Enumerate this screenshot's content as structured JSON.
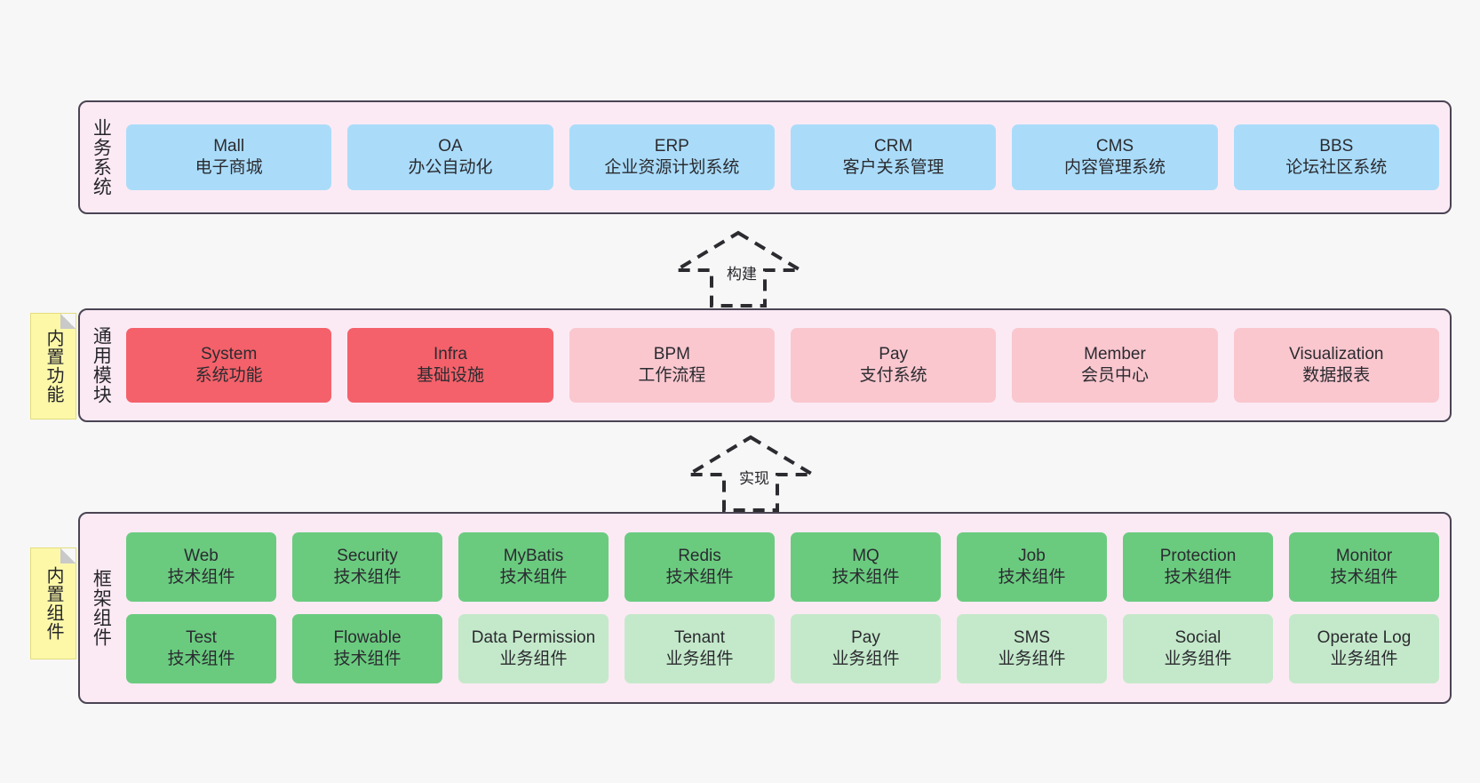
{
  "diagram": {
    "background_color": "#f7f7f7",
    "panel_color": "#fbeaf4",
    "panel_border_color": "#4a4453",
    "note_color": "#fcf8a8"
  },
  "layers": [
    {
      "id": "business",
      "title": "业务系统",
      "accent": "#aadcfa",
      "rows": [
        {
          "cells": [
            {
              "name": "Mall",
              "sub": "电子商城",
              "style": "c-blue"
            },
            {
              "name": "OA",
              "sub": "办公自动化",
              "style": "c-blue"
            },
            {
              "name": "ERP",
              "sub": "企业资源计划系统",
              "style": "c-blue"
            },
            {
              "name": "CRM",
              "sub": "客户关系管理",
              "style": "c-blue"
            },
            {
              "name": "CMS",
              "sub": "内容管理系统",
              "style": "c-blue"
            },
            {
              "name": "BBS",
              "sub": "论坛社区系统",
              "style": "c-blue"
            }
          ]
        }
      ]
    },
    {
      "id": "modules",
      "title": "通用模块",
      "note": "内置功能",
      "accent": "#f4616a",
      "rows": [
        {
          "cells": [
            {
              "name": "System",
              "sub": "系统功能",
              "style": "c-red"
            },
            {
              "name": "Infra",
              "sub": "基础设施",
              "style": "c-red"
            },
            {
              "name": "BPM",
              "sub": "工作流程",
              "style": "c-pink"
            },
            {
              "name": "Pay",
              "sub": "支付系统",
              "style": "c-pink"
            },
            {
              "name": "Member",
              "sub": "会员中心",
              "style": "c-pink"
            },
            {
              "name": "Visualization",
              "sub": "数据报表",
              "style": "c-pink"
            }
          ]
        }
      ]
    },
    {
      "id": "frame",
      "title": "框架组件",
      "note": "内置组件",
      "accent": "#6acb7f",
      "rows": [
        {
          "cells": [
            {
              "name": "Web",
              "sub": "技术组件",
              "style": "c-green"
            },
            {
              "name": "Security",
              "sub": "技术组件",
              "style": "c-green"
            },
            {
              "name": "MyBatis",
              "sub": "技术组件",
              "style": "c-green"
            },
            {
              "name": "Redis",
              "sub": "技术组件",
              "style": "c-green"
            },
            {
              "name": "MQ",
              "sub": "技术组件",
              "style": "c-green"
            },
            {
              "name": "Job",
              "sub": "技术组件",
              "style": "c-green"
            },
            {
              "name": "Protection",
              "sub": "技术组件",
              "style": "c-green"
            },
            {
              "name": "Monitor",
              "sub": "技术组件",
              "style": "c-green"
            }
          ]
        },
        {
          "cells": [
            {
              "name": "Test",
              "sub": "技术组件",
              "style": "c-green"
            },
            {
              "name": "Flowable",
              "sub": "技术组件",
              "style": "c-green"
            },
            {
              "name": "Data Permission",
              "sub": "业务组件",
              "style": "c-lightgreen"
            },
            {
              "name": "Tenant",
              "sub": "业务组件",
              "style": "c-lightgreen"
            },
            {
              "name": "Pay",
              "sub": "业务组件",
              "style": "c-lightgreen"
            },
            {
              "name": "SMS",
              "sub": "业务组件",
              "style": "c-lightgreen"
            },
            {
              "name": "Social",
              "sub": "业务组件",
              "style": "c-lightgreen"
            },
            {
              "name": "Operate Log",
              "sub": "业务组件",
              "style": "c-lightgreen"
            }
          ]
        }
      ]
    }
  ],
  "arrows": [
    {
      "id": "build",
      "label": "构建",
      "from": "modules",
      "to": "business",
      "style": "dashed-generalization"
    },
    {
      "id": "impl",
      "label": "实现",
      "from": "frame",
      "to": "modules",
      "style": "dashed-generalization"
    }
  ]
}
